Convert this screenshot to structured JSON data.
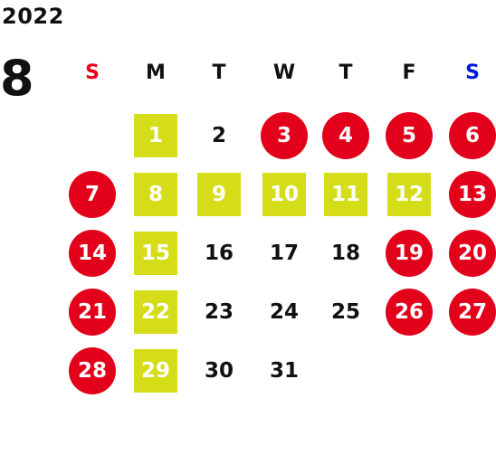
{
  "calendar": {
    "year": "2022",
    "month": "8",
    "weekdays": [
      "S",
      "M",
      "T",
      "W",
      "T",
      "F",
      "S"
    ],
    "colors": {
      "sunday_header": "#e8001c",
      "saturday_header": "#0019e0",
      "weekday_header": "#111111",
      "holiday_circle": "#e2001a",
      "closed_square": "#d4dd17",
      "normal_text": "#111111"
    },
    "weeks": [
      [
        {
          "day": "",
          "type": "empty"
        },
        {
          "day": "1",
          "type": "closed"
        },
        {
          "day": "2",
          "type": "normal"
        },
        {
          "day": "3",
          "type": "holiday"
        },
        {
          "day": "4",
          "type": "holiday"
        },
        {
          "day": "5",
          "type": "holiday"
        },
        {
          "day": "6",
          "type": "holiday"
        }
      ],
      [
        {
          "day": "7",
          "type": "holiday"
        },
        {
          "day": "8",
          "type": "closed"
        },
        {
          "day": "9",
          "type": "closed"
        },
        {
          "day": "10",
          "type": "closed"
        },
        {
          "day": "11",
          "type": "closed"
        },
        {
          "day": "12",
          "type": "closed"
        },
        {
          "day": "13",
          "type": "holiday"
        }
      ],
      [
        {
          "day": "14",
          "type": "holiday"
        },
        {
          "day": "15",
          "type": "closed"
        },
        {
          "day": "16",
          "type": "normal"
        },
        {
          "day": "17",
          "type": "normal"
        },
        {
          "day": "18",
          "type": "normal"
        },
        {
          "day": "19",
          "type": "holiday"
        },
        {
          "day": "20",
          "type": "holiday"
        }
      ],
      [
        {
          "day": "21",
          "type": "holiday"
        },
        {
          "day": "22",
          "type": "closed"
        },
        {
          "day": "23",
          "type": "normal"
        },
        {
          "day": "24",
          "type": "normal"
        },
        {
          "day": "25",
          "type": "normal"
        },
        {
          "day": "26",
          "type": "holiday"
        },
        {
          "day": "27",
          "type": "holiday"
        }
      ],
      [
        {
          "day": "28",
          "type": "holiday"
        },
        {
          "day": "29",
          "type": "closed"
        },
        {
          "day": "30",
          "type": "normal"
        },
        {
          "day": "31",
          "type": "normal"
        },
        {
          "day": "",
          "type": "empty"
        },
        {
          "day": "",
          "type": "empty"
        },
        {
          "day": "",
          "type": "empty"
        }
      ]
    ]
  }
}
